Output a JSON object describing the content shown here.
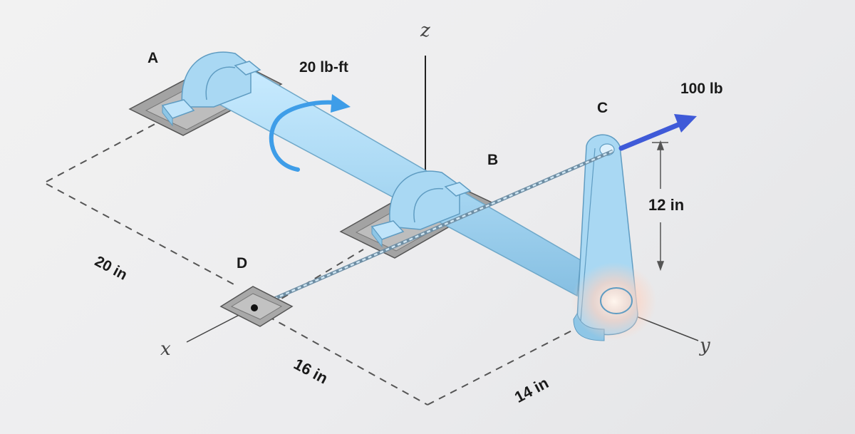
{
  "labels": {
    "A": "A",
    "B": "B",
    "C": "C",
    "D": "D",
    "torque": "20 lb-ft",
    "force": "100 lb",
    "dim_12": "12 in",
    "dim_20": "20 in",
    "dim_16": "16 in",
    "dim_14": "14 in"
  },
  "axes": {
    "x": "x",
    "y": "y",
    "z": "z"
  },
  "colors": {
    "shaft": "#a9d8f3",
    "shaft_edge": "#6fa8c9",
    "torque_arrow": "#3e9de8",
    "force_arrow": "#3f5ad8",
    "base_plate": "#a3a3a3"
  }
}
